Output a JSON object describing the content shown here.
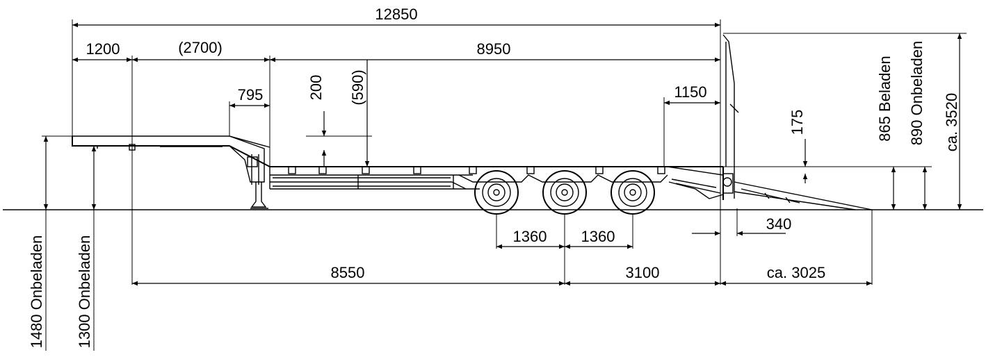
{
  "dimensions": {
    "overall_length": "12850",
    "gooseneck_front": "1200",
    "gooseneck_mid": "(2700)",
    "deck_length": "8950",
    "neck_drop": "795",
    "deck_step": "200",
    "deck_step_bracket": "(590)",
    "rear_overhang_top": "1150",
    "ramp_rise": "175",
    "height_loaded": "865 Beladen",
    "height_unloaded": "890 Onbeladen",
    "total_height": "ca. 3520",
    "axle_spacing_1": "1360",
    "axle_spacing_2": "1360",
    "rear_offset": "340",
    "kingpin_to_axle": "8550",
    "axle_to_rear": "3100",
    "ramp_length": "ca. 3025",
    "front_height_1": "1480 Onbeladen",
    "front_height_2": "1300 Onbeladen"
  }
}
